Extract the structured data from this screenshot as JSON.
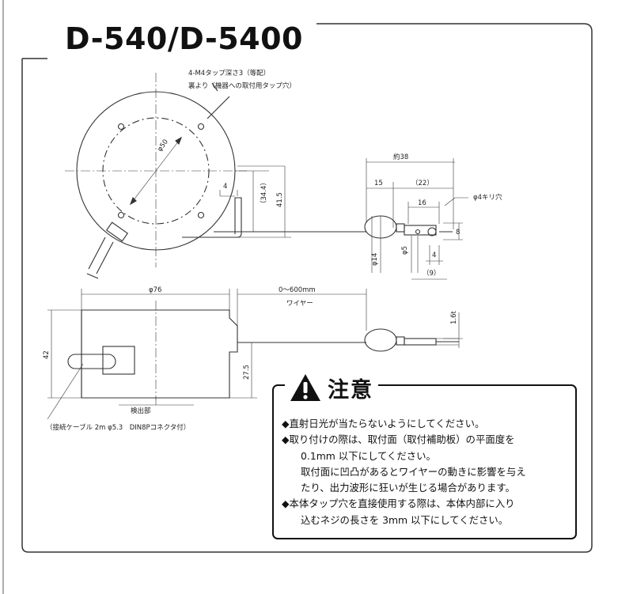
{
  "title": "D-540/D-5400",
  "labels": {
    "tap_note_1": "4-M4タップ深さ3（等配）",
    "tap_note_2": "裏より（機器への取付用タップ穴）",
    "phi50": "φ50",
    "dim_4_top": "4",
    "dim_34_4": "（34.4）",
    "dim_41_5": "41.5",
    "approx38": "約38",
    "dim_15": "15",
    "dim_22": "（22）",
    "dim_16": "16",
    "phi4_drill": "φ4キリ穴",
    "dim_8": "8",
    "phi5": "φ5",
    "phi14": "φ14",
    "dim_4_right": "4",
    "dim_9": "（9）",
    "phi76": "φ76",
    "wire_range": "0～600mm",
    "wire": "ワイヤー",
    "dim_1_6t": "1.6t",
    "dim_42": "42",
    "dim_27_5": "27.5",
    "detector": "検出部",
    "cable_note": "（接続ケーブル 2m φ5.3　DIN8Pコネクタ付）"
  },
  "caution": {
    "icon": "warning-triangle-icon",
    "title": "注意",
    "lines": [
      "◆直射日光が当たらないようにしてください。",
      "◆取り付けの際は、取付面（取付補助板）の平面度を",
      "0.1mm 以下にしてください。",
      "取付面に凹凸があるとワイヤーの動きに影響を与え",
      "たり、出力波形に狂いが生じる場合があります。",
      "◆本体タップ穴を直接使用する際は、本体内部に入り",
      "込むネジの長さを 3mm 以下にしてください。"
    ]
  }
}
